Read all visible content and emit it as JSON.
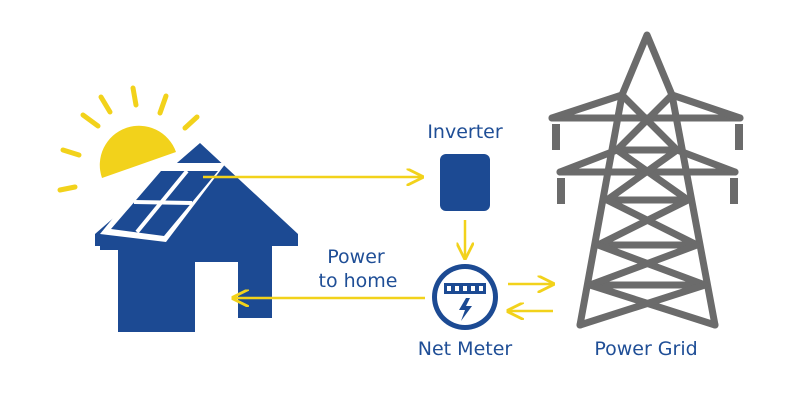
{
  "labels": {
    "inverter": "Inverter",
    "power_to_home_line1": "Power",
    "power_to_home_line2": "to home",
    "net_meter": "Net Meter",
    "power_grid": "Power Grid"
  },
  "colors": {
    "blue": "#1c4a93",
    "yellow": "#f2d21b",
    "gray": "#6b6b6b",
    "label_blue": "#1f4e96"
  },
  "icons": {
    "sun": "sun-icon",
    "house": "house-icon",
    "solar_panel": "solar-panel-icon",
    "inverter": "inverter-icon",
    "meter": "meter-icon",
    "tower": "power-tower-icon"
  }
}
